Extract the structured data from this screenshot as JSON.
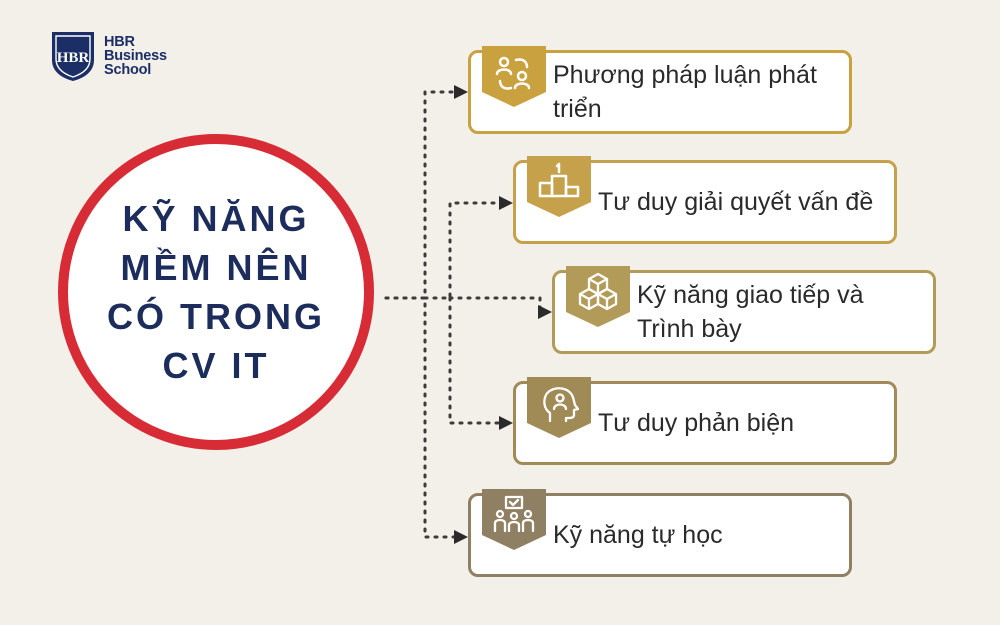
{
  "logo": {
    "monogram": "HBR",
    "line1": "HBR",
    "line2": "Business",
    "line3": "School"
  },
  "center": {
    "title": "KỸ NĂNG MỀM NÊN CÓ TRONG CV IT"
  },
  "colors": {
    "accent": "#d72b35",
    "title": "#1c2c5b",
    "background": "#f3efe9"
  },
  "skills": [
    {
      "label": "Phương pháp luận phát triển",
      "icon": "team-cycle-icon",
      "color": "#c9a13f"
    },
    {
      "label": "Tư duy giải quyết vấn đề",
      "icon": "podium-icon",
      "color": "#c4a14a"
    },
    {
      "label": "Kỹ năng giao tiếp và Trình bày",
      "icon": "boxes-icon",
      "color": "#b29b58"
    },
    {
      "label": "Tư duy phản biện",
      "icon": "head-person-icon",
      "color": "#a08a56"
    },
    {
      "label": "Kỹ năng tự học",
      "icon": "self-learning-icon",
      "color": "#8f8063"
    }
  ]
}
